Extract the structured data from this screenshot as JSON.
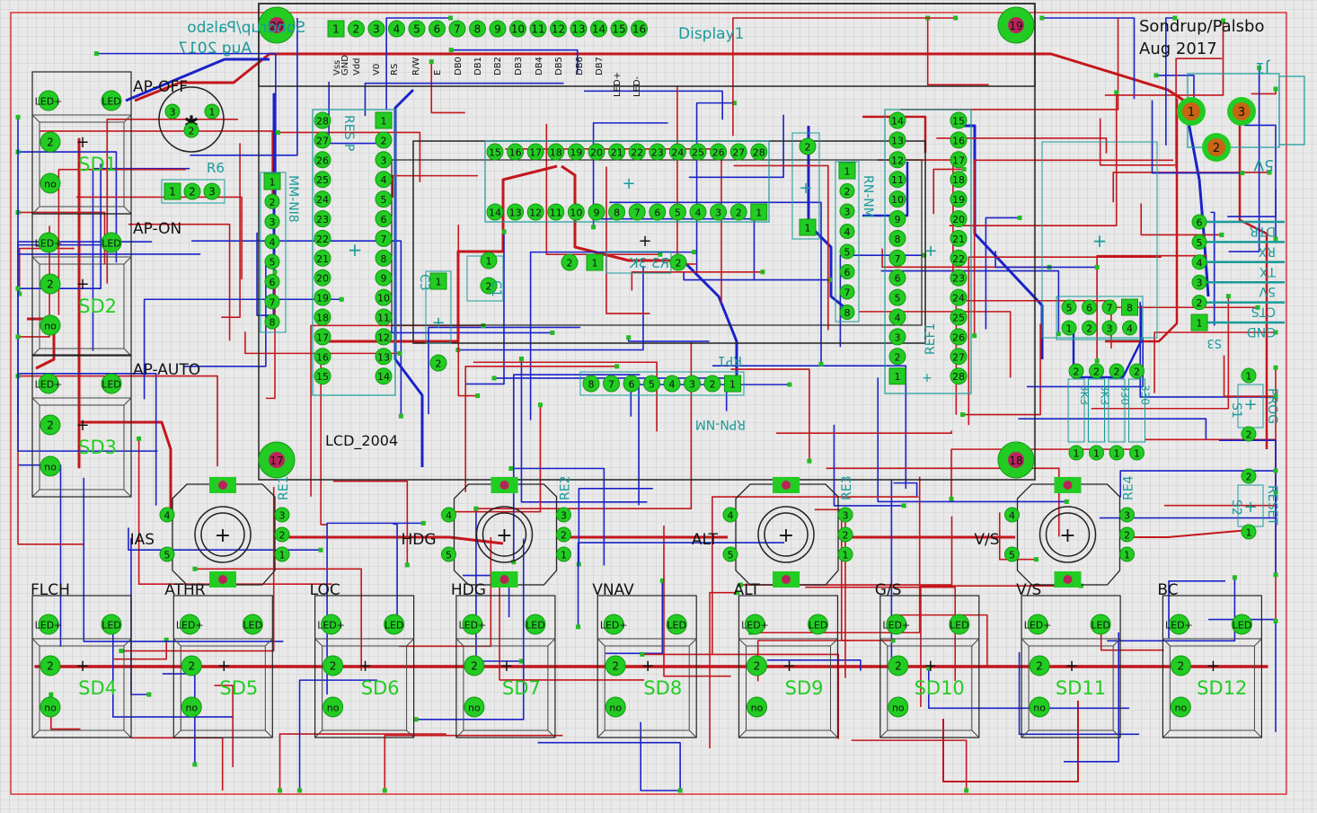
{
  "header": {
    "left_mirrored": [
      "Sondrup/Palsbo",
      "Aug 2017"
    ],
    "right": [
      "Sondrup/Palsbo",
      "Aug 2017"
    ]
  },
  "display": {
    "name": "Display1",
    "lcd_label": "LCD_2004",
    "mount_holes": [
      "20",
      "19",
      "17",
      "18"
    ],
    "pin_numbers": [
      "1",
      "2",
      "3",
      "4",
      "5",
      "6",
      "7",
      "8",
      "9",
      "10",
      "11",
      "12",
      "13",
      "14",
      "15",
      "16"
    ],
    "pin_names": [
      "Vss",
      "GND",
      "Vdd",
      "V0",
      "RS",
      "R/W",
      "E",
      "DB0",
      "DB1",
      "DB2",
      "DB3",
      "DB4",
      "DB5",
      "DB6",
      "DB7",
      "LED+",
      "LED-"
    ]
  },
  "top_switches": [
    {
      "id": "SD1",
      "caption": "AP-OFF"
    },
    {
      "id": "SD2",
      "caption": "AP-ON"
    },
    {
      "id": "SD3",
      "caption": "AP-AUTO"
    }
  ],
  "bottom_switches": [
    {
      "id": "SD4",
      "caption": "FLCH"
    },
    {
      "id": "SD5",
      "caption": "ATHR"
    },
    {
      "id": "SD6",
      "caption": "LOC"
    },
    {
      "id": "SD7",
      "caption": "HDG"
    },
    {
      "id": "SD8",
      "caption": "VNAV"
    },
    {
      "id": "SD9",
      "caption": "ALT"
    },
    {
      "id": "SD10",
      "caption": "G/S"
    },
    {
      "id": "SD11",
      "caption": "V/S"
    },
    {
      "id": "SD12",
      "caption": "BC"
    }
  ],
  "switch_pads": {
    "led_plus": "LED+",
    "led_minus": "LED",
    "pin2": "2",
    "no": "no"
  },
  "encoders": [
    {
      "id": "RE1",
      "caption": "IAS"
    },
    {
      "id": "RE2",
      "caption": "HDG"
    },
    {
      "id": "RE3",
      "caption": "ALT"
    },
    {
      "id": "RE4",
      "caption": "V/S"
    }
  ],
  "components": {
    "pot": "R6",
    "ic_left": "MM-NI8",
    "ic_left_socket_pins": [
      "1",
      "2",
      "3",
      "4",
      "5",
      "6",
      "7",
      "8"
    ],
    "ic_28_left": [
      "28",
      "27",
      "26",
      "25",
      "24",
      "23",
      "22",
      "21",
      "20",
      "19",
      "18",
      "17",
      "16",
      "15"
    ],
    "ic_28_right": [
      "1",
      "2",
      "3",
      "4",
      "5",
      "6",
      "7",
      "8",
      "9",
      "10",
      "11",
      "12",
      "13",
      "14"
    ],
    "ic_mid_top": [
      "15",
      "16",
      "17",
      "18",
      "19",
      "20",
      "21",
      "22",
      "23",
      "24",
      "25",
      "26",
      "27",
      "28"
    ],
    "ic_mid_bottom": [
      "14",
      "13",
      "12",
      "11",
      "10",
      "9",
      "8",
      "7",
      "6",
      "5",
      "4",
      "3",
      "2",
      "1"
    ],
    "res_left_label": "RES P",
    "res_mid": "R3 3K",
    "res_mid_pins": [
      "1",
      "2"
    ],
    "rn_mid_label": "RPN-NM",
    "rn_mid_pins": [
      "8",
      "7",
      "6",
      "5",
      "4",
      "3",
      "2",
      "1"
    ],
    "rp_label": "RP1",
    "cap_c3": "C3",
    "cap_c1": "C1",
    "rn_right_label": "RN-NM",
    "rn_right_pins": [
      "1",
      "2",
      "3",
      "4",
      "5",
      "6",
      "7",
      "8"
    ],
    "ic_right_left": [
      "14",
      "13",
      "12",
      "11",
      "10",
      "9",
      "8",
      "7",
      "6",
      "5",
      "4",
      "3",
      "2",
      "1"
    ],
    "ic_right_right": [
      "15",
      "16",
      "17",
      "18",
      "19",
      "20",
      "21",
      "22",
      "23",
      "24",
      "25",
      "26",
      "27",
      "28"
    ],
    "ic_right_label": "REF1",
    "header8": [
      "5",
      "6",
      "7",
      "8",
      "1",
      "2",
      "3",
      "4"
    ],
    "header8_label": "S3",
    "resistors": [
      "3K3",
      "3K3",
      "330",
      "330"
    ],
    "resistor_pins": [
      "2",
      "2",
      "2",
      "2",
      "1",
      "1",
      "1",
      "1"
    ],
    "j1_label": "J1",
    "j1_pins": [
      "1",
      "3",
      "2"
    ],
    "j1_caption": "5V",
    "serial_pins": [
      "6",
      "5",
      "4",
      "3",
      "2",
      "1"
    ],
    "serial_names": [
      "DTR",
      "RX",
      "TX",
      "5V",
      "CTS",
      "GND"
    ],
    "s1": "S1",
    "s1_caption": "PROG",
    "s1_pins": [
      "1",
      "2"
    ],
    "s2": "S2",
    "s2_caption": "RESET",
    "s2_pins": [
      "2",
      "1"
    ]
  }
}
